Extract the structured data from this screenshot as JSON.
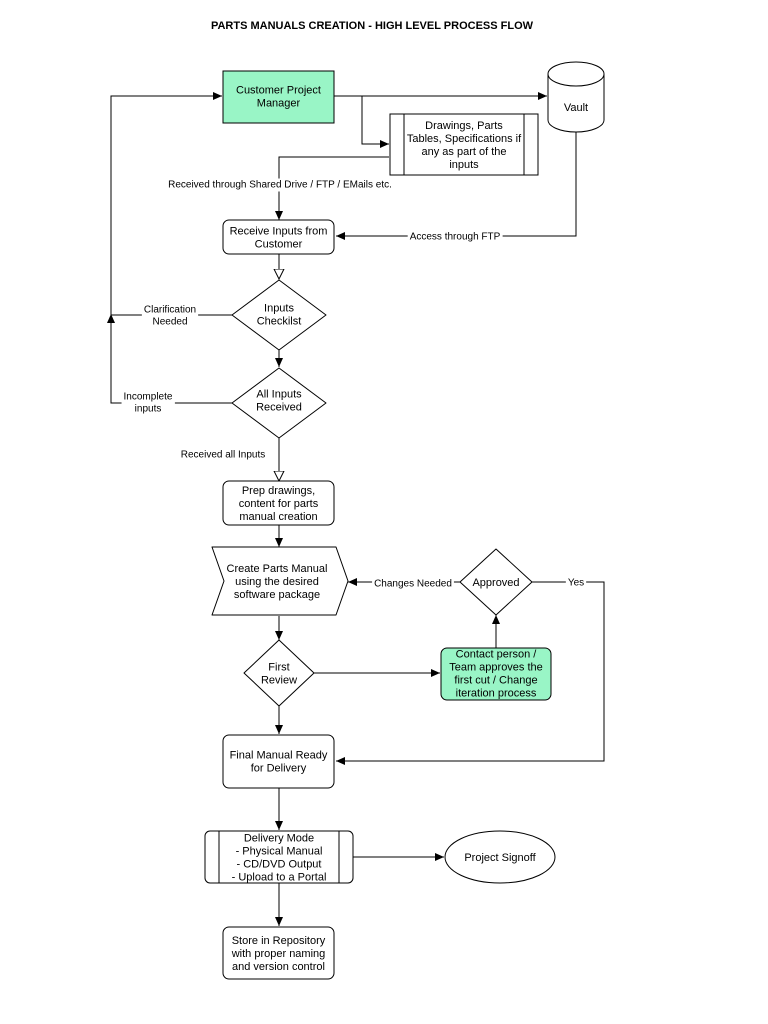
{
  "title": "PARTS MANUALS CREATION - HIGH LEVEL PROCESS FLOW",
  "colors": {
    "accent": "#99f5c6",
    "stroke": "#000000",
    "background": "#ffffff"
  },
  "nodes": {
    "pm": {
      "lines": [
        "Customer Project",
        "Manager"
      ]
    },
    "vault": {
      "lines": [
        "Vault"
      ]
    },
    "drawings": {
      "lines": [
        "Drawings, Parts",
        "Tables, Specifications if",
        "any as part of the",
        "inputs"
      ]
    },
    "receive": {
      "lines": [
        "Receive Inputs from",
        "Customer"
      ]
    },
    "checklist": {
      "lines": [
        "Inputs",
        "Checkilst"
      ]
    },
    "allinputs": {
      "lines": [
        "All Inputs",
        "Received"
      ]
    },
    "prep": {
      "lines": [
        "Prep drawings,",
        "content for parts",
        "manual creation"
      ]
    },
    "create": {
      "lines": [
        "Create Parts Manual",
        "using the desired",
        "software package"
      ]
    },
    "approved": {
      "lines": [
        "Approved"
      ]
    },
    "firstreview": {
      "lines": [
        "First",
        "Review"
      ]
    },
    "contact": {
      "lines": [
        "Contact person /",
        "Team approves the",
        "first cut / Change",
        "iteration process"
      ]
    },
    "final": {
      "lines": [
        "Final Manual Ready",
        "for Delivery"
      ]
    },
    "delivery": {
      "lines": [
        "Delivery Mode",
        "- Physical Manual",
        "- CD/DVD Output",
        "- Upload to a Portal"
      ]
    },
    "signoff": {
      "lines": [
        "Project Signoff"
      ]
    },
    "store": {
      "lines": [
        "Store in Repository",
        "with proper naming",
        "and version control"
      ]
    }
  },
  "edge_labels": {
    "shared_drive": [
      "Received through Shared Drive / FTP / EMails etc."
    ],
    "ftp": [
      "Access through FTP"
    ],
    "clarification": [
      "Clarification",
      "Needed"
    ],
    "incomplete": [
      "Incomplete",
      "inputs"
    ],
    "received_all": [
      "Received all Inputs"
    ],
    "changes": [
      "Changes Needed"
    ],
    "yes": [
      "Yes"
    ]
  }
}
